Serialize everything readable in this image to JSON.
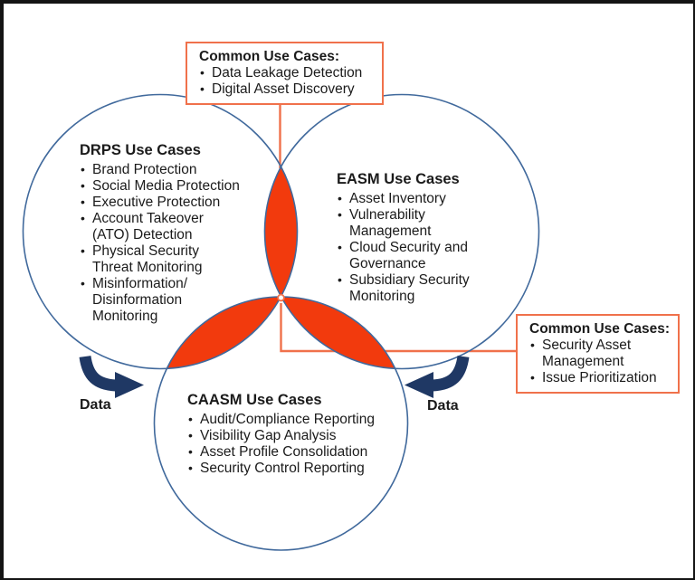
{
  "venn": {
    "drps": {
      "heading": "DRPS Use Cases",
      "items": [
        "Brand Protection",
        "Social Media Protection",
        "Executive Protection",
        "Account Takeover\n(ATO) Detection",
        "Physical Security\nThreat Monitoring",
        "Misinformation/\nDisinformation\nMonitoring"
      ]
    },
    "easm": {
      "heading": "EASM Use Cases",
      "items": [
        "Asset Inventory",
        "Vulnerability\nManagement",
        "Cloud Security and\nGovernance",
        "Subsidiary Security\nMonitoring"
      ]
    },
    "caasm": {
      "heading": "CAASM Use Cases",
      "items": [
        "Audit/Compliance Reporting",
        "Visibility Gap Analysis",
        "Asset Profile Consolidation",
        "Security Control Reporting"
      ]
    }
  },
  "callouts": {
    "top": {
      "title": "Common Use Cases:",
      "items": [
        "Data Leakage Detection",
        "Digital Asset Discovery"
      ]
    },
    "right": {
      "title": "Common Use Cases:",
      "items": [
        "Security Asset\nManagement",
        "Issue Prioritization"
      ]
    }
  },
  "arrows": {
    "left_label": "Data",
    "right_label": "Data"
  },
  "colors": {
    "lens": "#F23A0D",
    "callout": "#F0714B",
    "circle_stroke": "#40699C",
    "arrow": "#1F3864",
    "text": "#1B1B1B",
    "background": "#FFFFFF",
    "frame": "#141414"
  }
}
